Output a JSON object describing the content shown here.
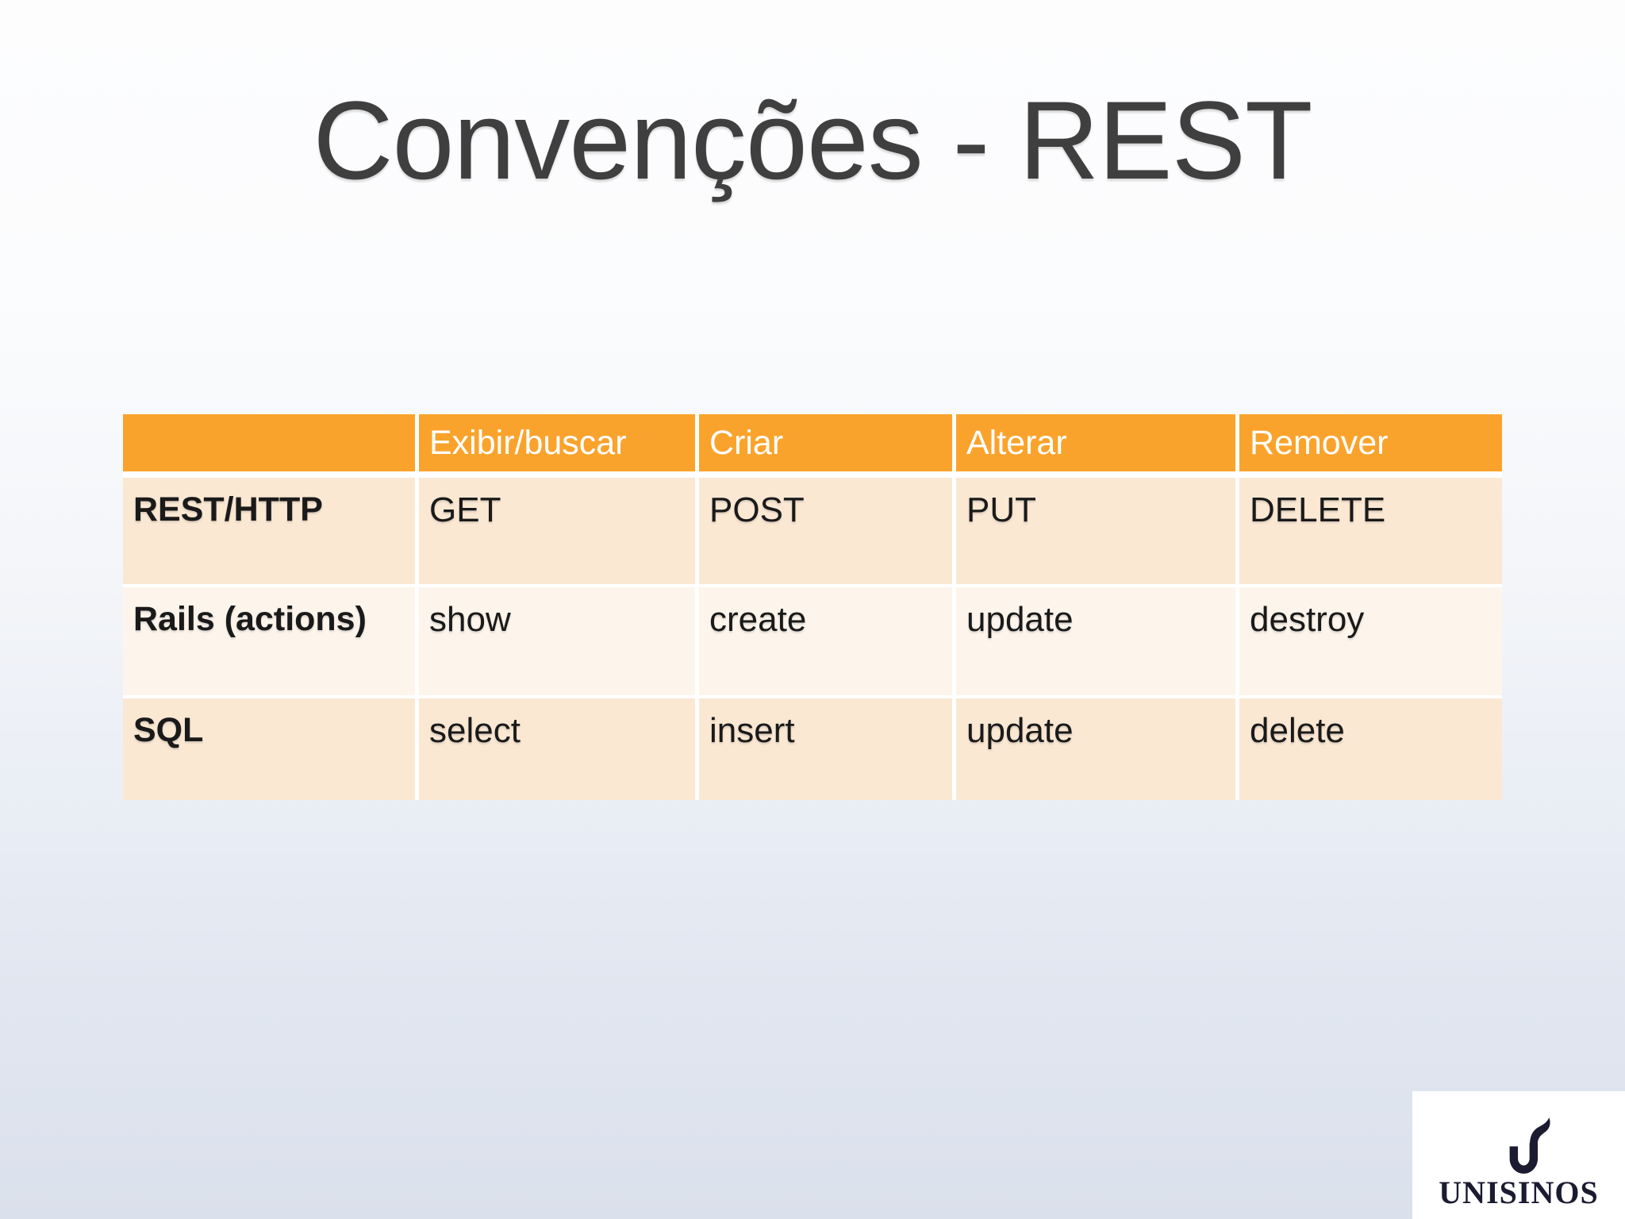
{
  "slide": {
    "title": "Convenções - REST",
    "logo_text": "UNISINOS"
  },
  "table": {
    "columns": [
      "",
      "Exibir/buscar",
      "Criar",
      "Alterar",
      "Remover"
    ],
    "rows": [
      {
        "label": "REST/HTTP",
        "values": [
          "GET",
          "POST",
          "PUT",
          "DELETE"
        ]
      },
      {
        "label": "Rails (actions)",
        "values": [
          "show",
          "create",
          "update",
          "destroy"
        ]
      },
      {
        "label": "SQL",
        "values": [
          "select",
          "insert",
          "update",
          "delete"
        ]
      }
    ]
  },
  "colors": {
    "header-orange": "#FAA32C",
    "row-peach": "#FBE8D3",
    "row-peach-light": "#FDF5EC",
    "title-gray": "#3F3F3F",
    "cell-text": "#1A1A1A",
    "logo-navy": "#1B1B32",
    "bg-top": "#FDFDFE",
    "bg-bottom": "#DBE1EC",
    "gap-white": "#FFFFFF"
  }
}
